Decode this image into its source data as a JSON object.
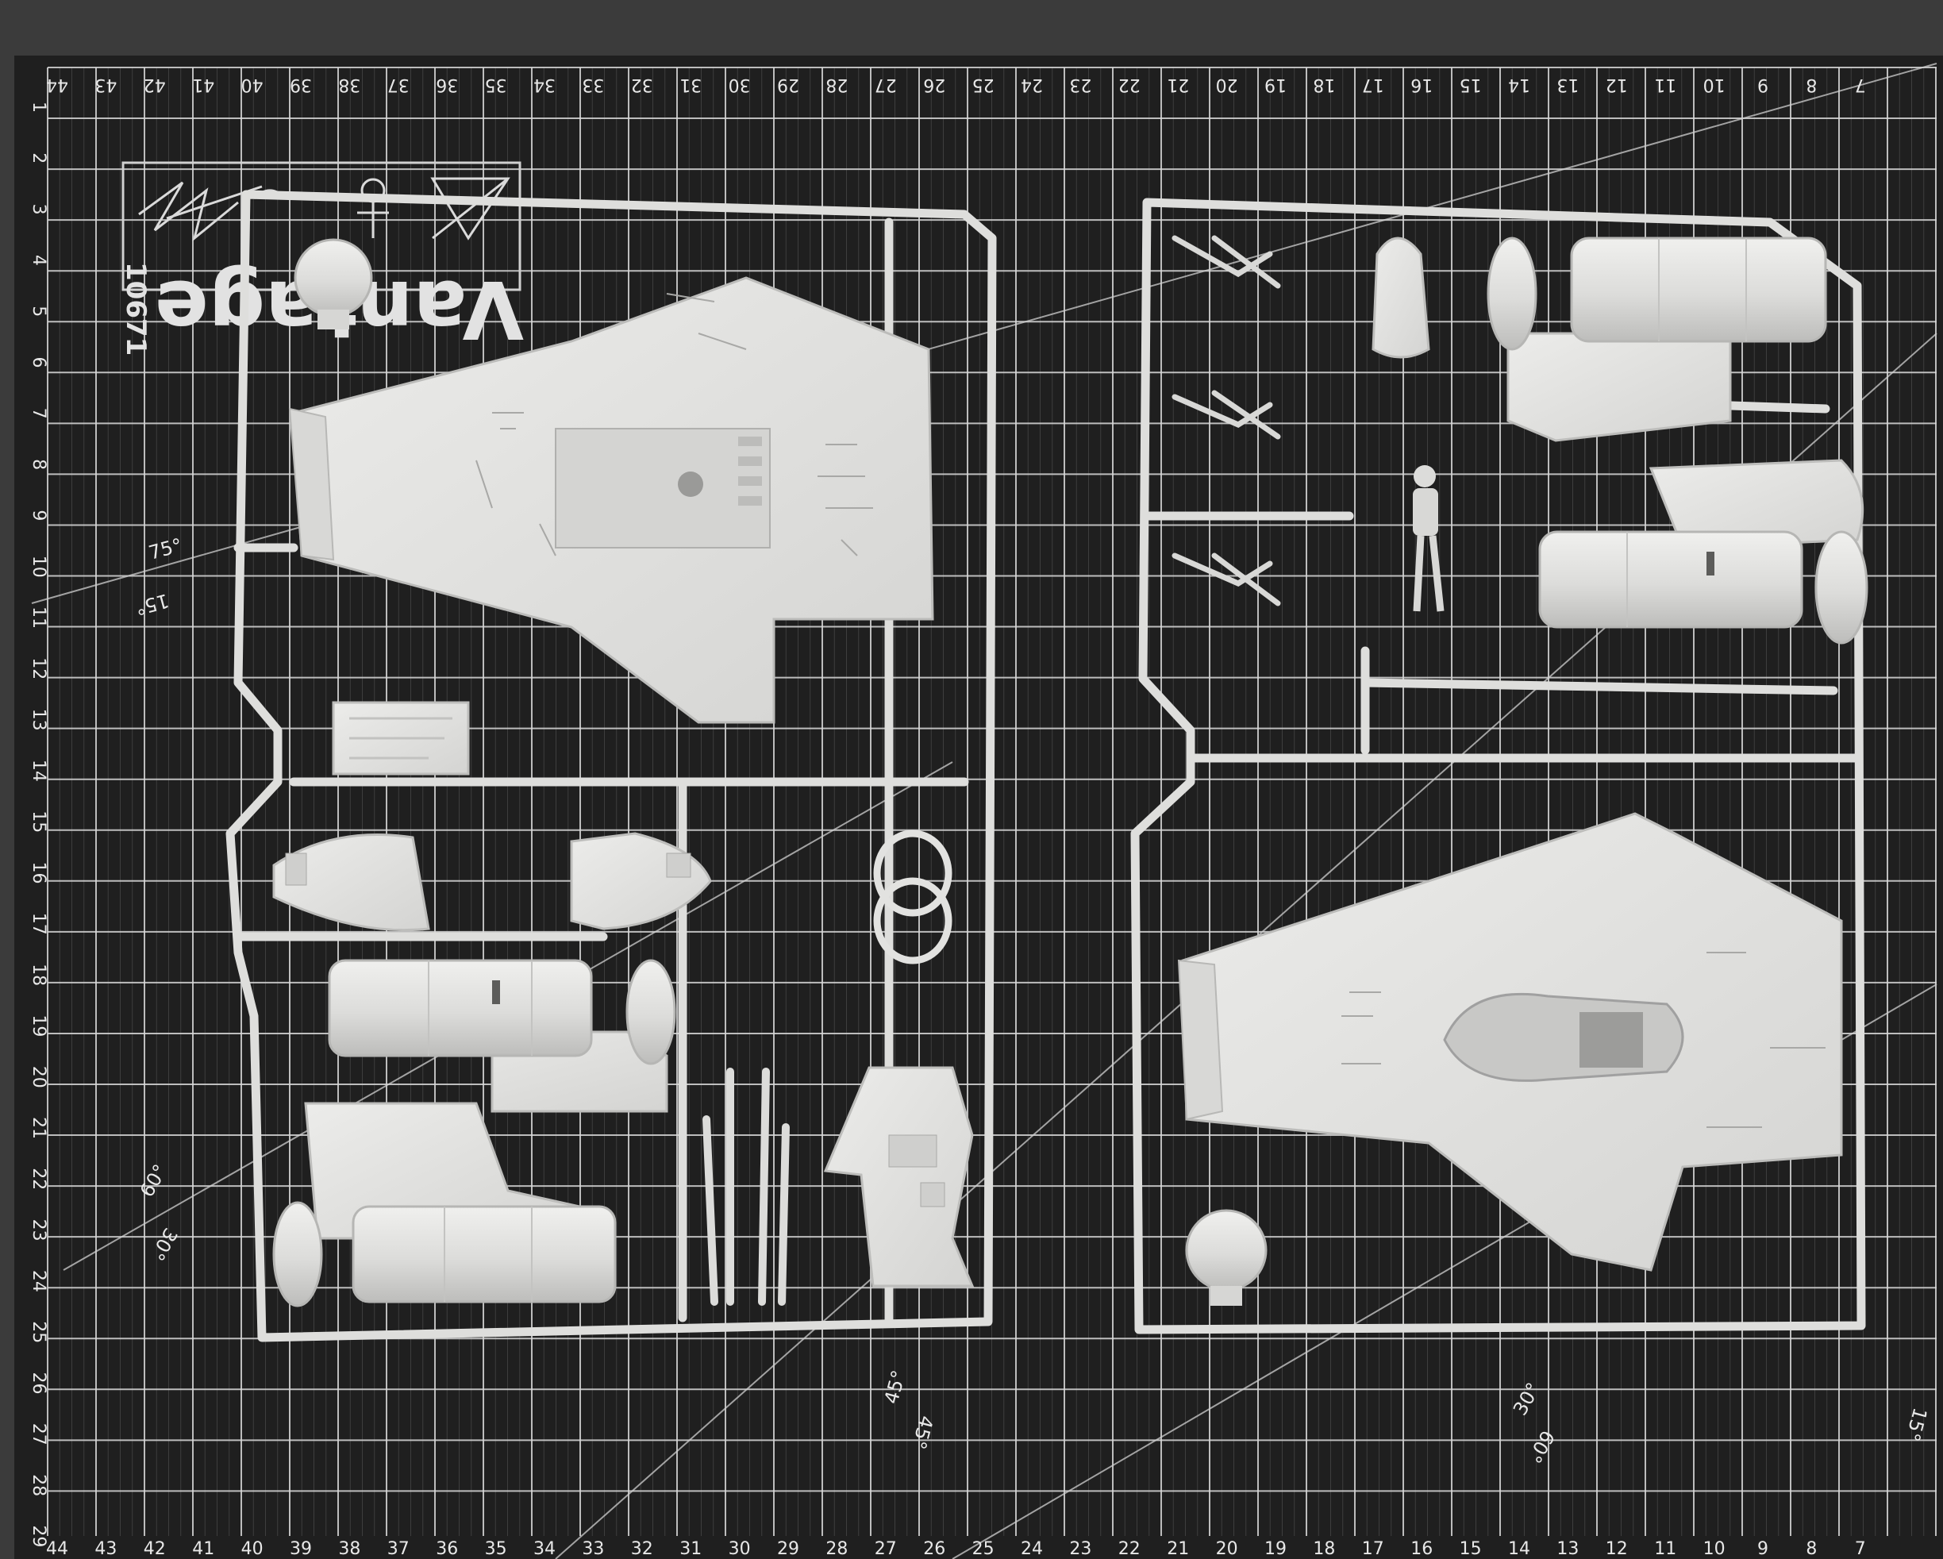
{
  "photo": {
    "subject": "cutting mat with model kit sprues",
    "colors": {
      "mat": "#1f1f1f",
      "grid": "#d9d9d9",
      "plastic": "#e4e4e2",
      "plastic_shadow": "#c9c9c7",
      "table": "#3b3b3b"
    }
  },
  "kit": {
    "logo": "Vantage",
    "number": "10671"
  },
  "ruler": {
    "top": [
      "44",
      "43",
      "42",
      "41",
      "40",
      "39",
      "38",
      "37",
      "36",
      "35",
      "34",
      "33",
      "32",
      "31",
      "30",
      "29",
      "28",
      "27",
      "26",
      "25",
      "24",
      "23",
      "22",
      "21",
      "20",
      "19",
      "18",
      "17",
      "16",
      "15",
      "14",
      "13",
      "12",
      "11",
      "10",
      "9",
      "8",
      "7"
    ],
    "bottom": [
      "44",
      "43",
      "42",
      "41",
      "40",
      "39",
      "38",
      "37",
      "36",
      "35",
      "34",
      "33",
      "32",
      "31",
      "30",
      "29",
      "28",
      "27",
      "26",
      "25",
      "24",
      "23",
      "22",
      "21",
      "20",
      "19",
      "18",
      "17",
      "16",
      "15",
      "14",
      "13",
      "12",
      "11",
      "10",
      "9",
      "8",
      "7"
    ],
    "left": [
      "1",
      "2",
      "3",
      "4",
      "5",
      "6",
      "7",
      "8",
      "9",
      "10",
      "11",
      "12",
      "13",
      "14",
      "15",
      "16",
      "17",
      "18",
      "19",
      "20",
      "21",
      "22",
      "23",
      "24",
      "25",
      "26",
      "27",
      "28",
      "29"
    ]
  },
  "angles": {
    "a75": "75°",
    "a15_left": "15°",
    "a60_left": "60°",
    "a30_left": "30°",
    "a45_top": "45°",
    "a45_bottom": "45°",
    "a30_right": "30°",
    "a60_right": "60°",
    "a15_right": "15°"
  }
}
